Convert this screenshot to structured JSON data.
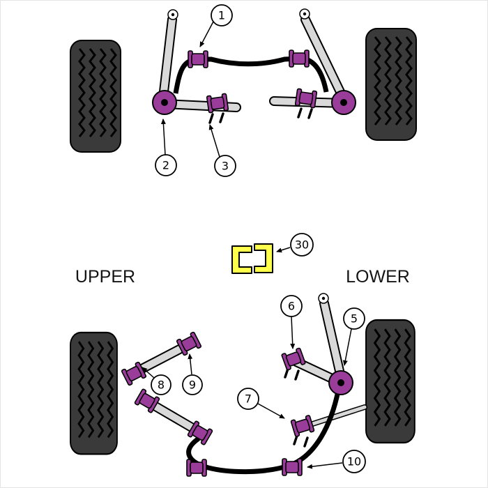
{
  "labels": {
    "upper": "UPPER",
    "lower": "LOWER"
  },
  "callouts": {
    "n1": "1",
    "n2": "2",
    "n3": "3",
    "n5": "5",
    "n6": "6",
    "n7": "7",
    "n8": "8",
    "n9": "9",
    "n10": "10",
    "n30": "30"
  },
  "colors": {
    "background": "#ffffff",
    "tire": "#3a3a3a",
    "arm": "#d9d9d9",
    "bushing": "#9a3d9a",
    "bracket": "#ffff4d"
  }
}
